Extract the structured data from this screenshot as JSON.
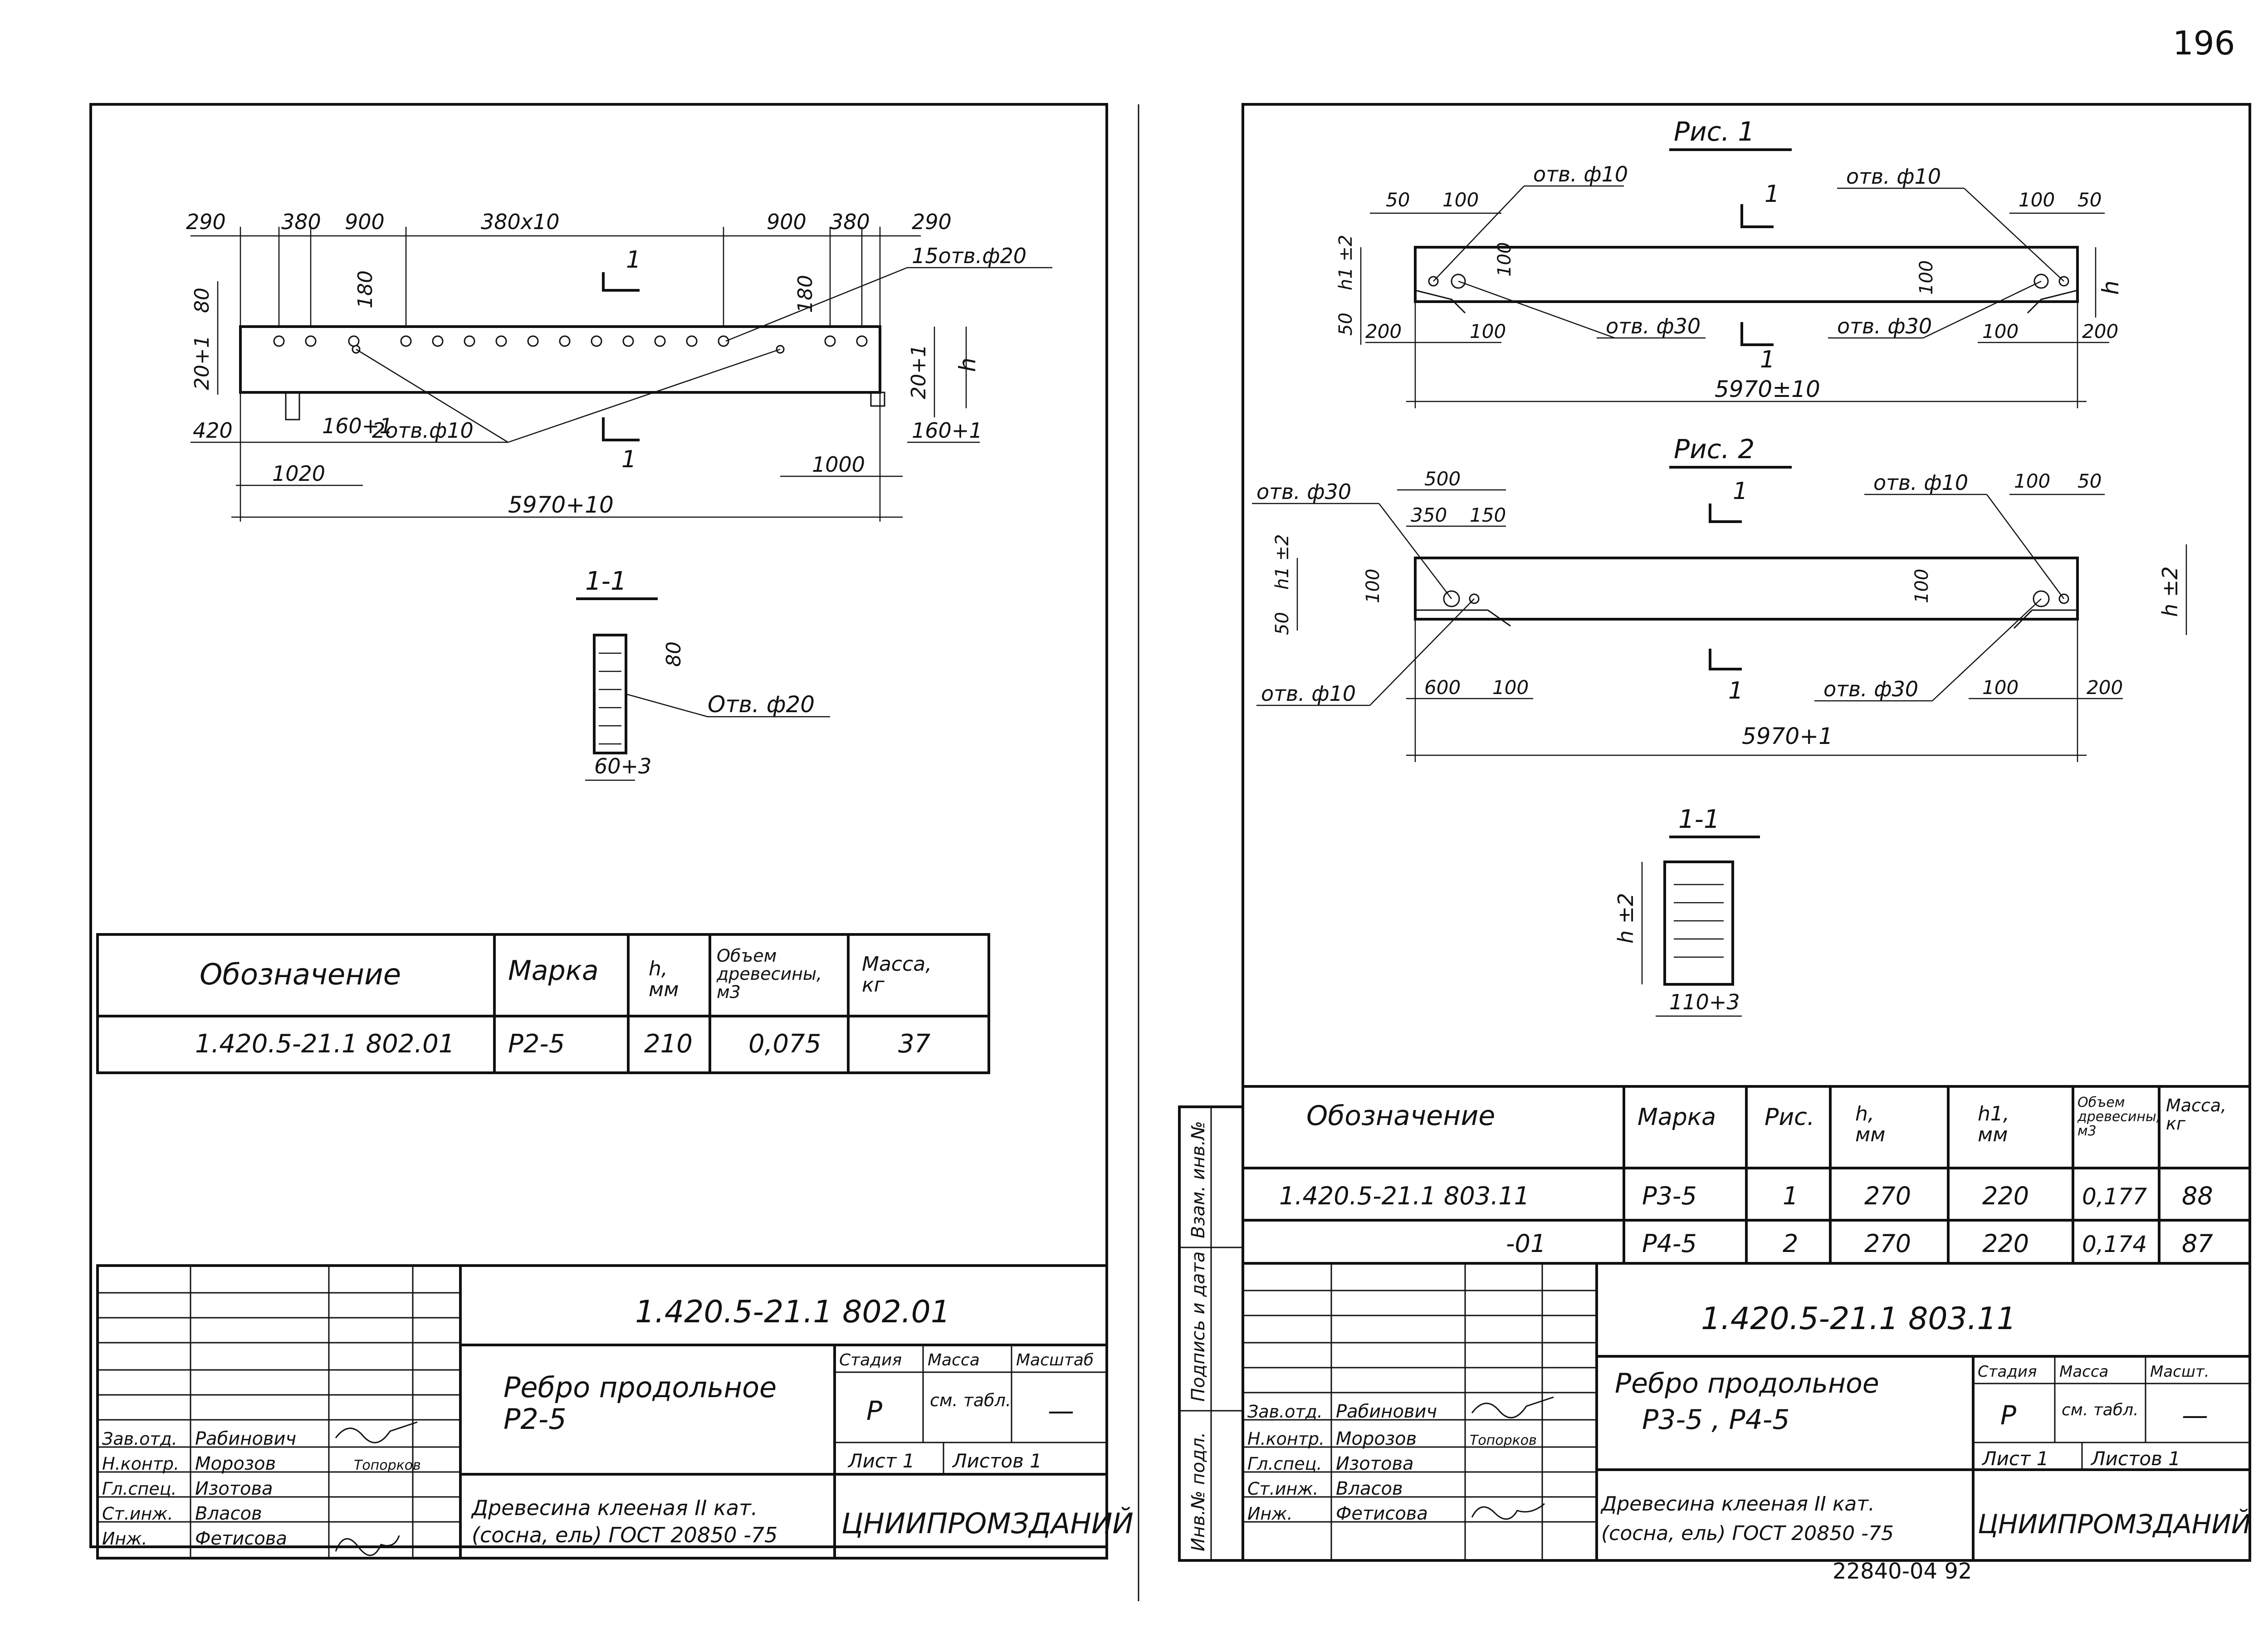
{
  "page_number": "196",
  "stamp_number": "22840-04 92",
  "left": {
    "dims_top": [
      "290",
      "380",
      "900",
      "380x10",
      "900",
      "380",
      "290"
    ],
    "holes_callout": "15отв.ф20",
    "dims_left": [
      "80",
      "20+1"
    ],
    "dims_right": [
      "20+1",
      "h"
    ],
    "dim_180a": "180",
    "dim_180b": "180",
    "bottom_left": [
      "420",
      "160+1",
      "1020"
    ],
    "bottom_right": [
      "160+1",
      "1000"
    ],
    "holes_small": "2отв.ф10",
    "overall": "5970+10",
    "section_mark": "1",
    "section_title": "1-1",
    "section_dim_top": "80",
    "section_hole": "Отв. ф20",
    "section_width": "60+3",
    "table": {
      "headers": [
        "Обозначение",
        "Марка",
        "h,\nмм",
        "Объем\nдревесины,\nм3",
        "Масса,\nкг"
      ],
      "row": [
        "1.420.5-21.1 802.01",
        "Р2-5",
        "210",
        "0,075",
        "37"
      ]
    },
    "title_block": {
      "code": "1.420.5-21.1  802.01",
      "name_line1": "Ребро продольное",
      "name_line2": "Р2-5",
      "material_line1": "Древесина клееная II кат.",
      "material_line2": "(сосна, ель) ГОСТ 20850 -75",
      "org": "ЦНИИПРОМЗДАНИЙ",
      "stage_header": "Стадия",
      "mass_header": "Масса",
      "scale_header": "Масштаб",
      "stage_value": "Р",
      "mass_value": "см. табл.",
      "scale_value": "—",
      "sheet": "Лист 1",
      "sheets": "Листов 1",
      "roles": [
        "Зав.отд.",
        "Н.контр.",
        "Гл.спец.",
        "Ст.инж.",
        "Инж."
      ],
      "names": [
        "Рабинович",
        "Морозов",
        "Изотова",
        "Власов",
        "Фетисова"
      ],
      "extra": "Топорков"
    }
  },
  "right": {
    "fig1": {
      "title": "Рис. 1",
      "hole_a": "отв. ф10",
      "hole_b": "отв. ф10",
      "hole_c": "отв. ф30",
      "hole_d": "отв. ф30",
      "dims_top_left": [
        "50",
        "100"
      ],
      "dims_top_right": [
        "100",
        "50"
      ],
      "dims_left": [
        "h1 ±2",
        "50"
      ],
      "dim_100_left": "100",
      "dim_100_right": "100",
      "bottom_left": [
        "200",
        "100"
      ],
      "bottom_right": [
        "100",
        "200"
      ],
      "height": "h",
      "overall": "5970±10",
      "mark": "1"
    },
    "fig2": {
      "title": "Рис. 2",
      "hole_tl": "отв. ф30",
      "hole_tr": "отв. ф10",
      "hole_bl": "отв. ф10",
      "hole_br": "отв. ф30",
      "dims_top": [
        "500",
        "350",
        "150"
      ],
      "dims_top_right": [
        "100",
        "50"
      ],
      "dims_left": [
        "h1 ±2",
        "50"
      ],
      "dim_100_left": "100",
      "dim_100_right": "100",
      "bottom_left": [
        "600",
        "100"
      ],
      "bottom_right": [
        "100",
        "200"
      ],
      "height": "h ±2",
      "overall": "5970+1",
      "mark": "1"
    },
    "section_title": "1-1",
    "section_height": "h ±2",
    "section_width": "110+3",
    "side_labels": [
      "Взам. инв.№",
      "Подпись и дата",
      "Инв.№ подл."
    ],
    "table": {
      "headers": [
        "Обозначение",
        "Марка",
        "Рис.",
        "h,\nмм",
        "h1,\nмм",
        "Объем\nдревесины,\nм3",
        "Масса,\nкг"
      ],
      "rows": [
        [
          "1.420.5-21.1   803.11",
          "Р3-5",
          "1",
          "270",
          "220",
          "0,177",
          "88"
        ],
        [
          "-01",
          "Р4-5",
          "2",
          "270",
          "220",
          "0,174",
          "87"
        ]
      ]
    },
    "title_block": {
      "code": "1.420.5-21.1  803.11",
      "name_line1": "Ребро продольное",
      "name_line2": "Р3-5 , Р4-5",
      "material_line1": "Древесина клееная II кат.",
      "material_line2": "(сосна, ель) ГОСТ 20850 -75",
      "org": "ЦНИИПРОМЗДАНИЙ",
      "stage_header": "Стадия",
      "mass_header": "Масса",
      "scale_header": "Масшт.",
      "stage_value": "Р",
      "mass_value": "см. табл.",
      "scale_value": "—",
      "sheet": "Лист 1",
      "sheets": "Листов 1",
      "roles": [
        "Зав.отд.",
        "Н.контр.",
        "Гл.спец.",
        "Ст.инж.",
        "Инж."
      ],
      "names": [
        "Рабинович",
        "Морозов",
        "Изотова",
        "Власов",
        "Фетисова"
      ],
      "extra": "Топорков"
    }
  }
}
